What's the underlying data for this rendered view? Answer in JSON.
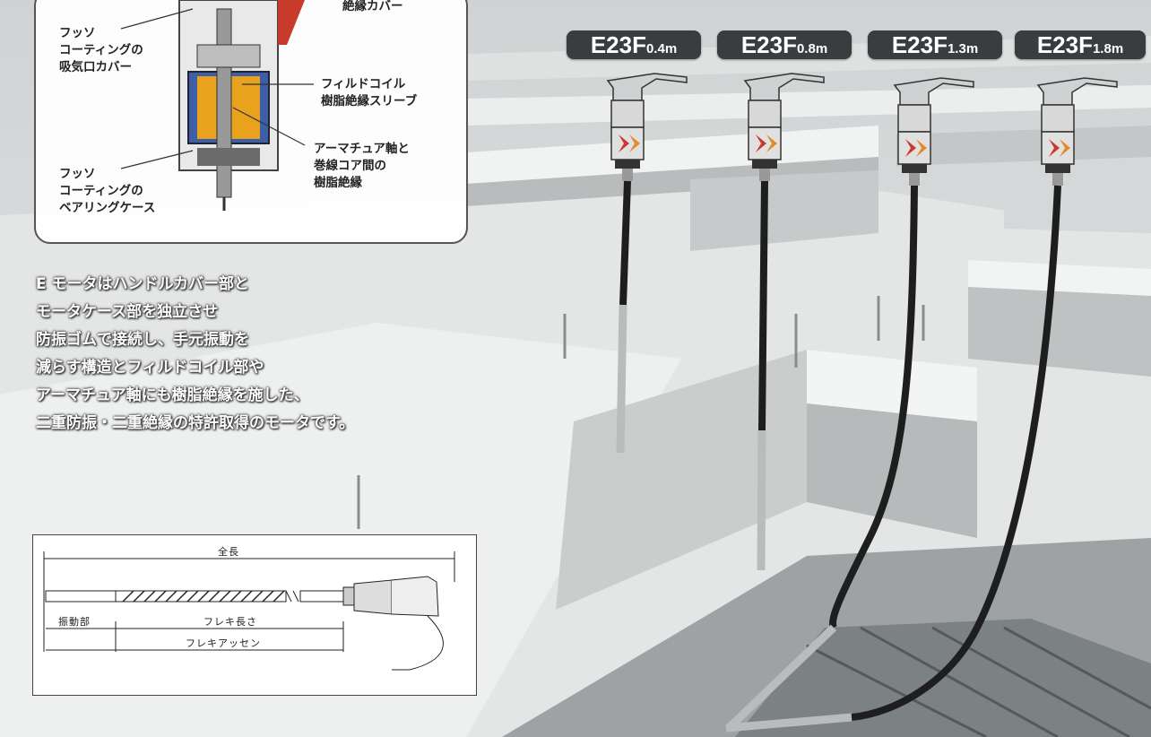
{
  "callout": {
    "top_right_label": "絶縁カバー",
    "fluoro_intake": [
      "フッソ",
      "コーティングの",
      "吸気口カバー"
    ],
    "field_coil": [
      "フィルドコイル",
      "樹脂絶縁スリーブ"
    ],
    "armature": [
      "アーマチュア軸と",
      "巻線コア間の",
      "樹脂絶縁"
    ],
    "fluoro_bearing": [
      "フッソ",
      "コーティングの",
      "ベアリングケース"
    ]
  },
  "description": [
    "E モータはハンドルカバー部と",
    "モータケース部を独立させ",
    "防振ゴムで接続し、手元振動を",
    "減らす構造とフィルドコイル部や",
    "アーマチュア軸にも樹脂絶縁を施した、",
    "二重防振・二重絶縁の特許取得のモータです。"
  ],
  "models": [
    {
      "main": "E23F",
      "sub": "0.4m"
    },
    {
      "main": "E23F",
      "sub": "0.8m"
    },
    {
      "main": "E23F",
      "sub": "1.3m"
    },
    {
      "main": "E23F",
      "sub": "1.8m"
    }
  ],
  "dimensions": {
    "total_length": "全長",
    "vibrating_part": "振動部",
    "flex_length": "フレキ長さ",
    "flex_assembly": "フレキアッセン"
  },
  "colors": {
    "badge_bg": "#3a3d40",
    "motor_blue": "#3d5fa8",
    "coil_orange": "#e8a21e",
    "tool_red": "#c83a2a"
  }
}
